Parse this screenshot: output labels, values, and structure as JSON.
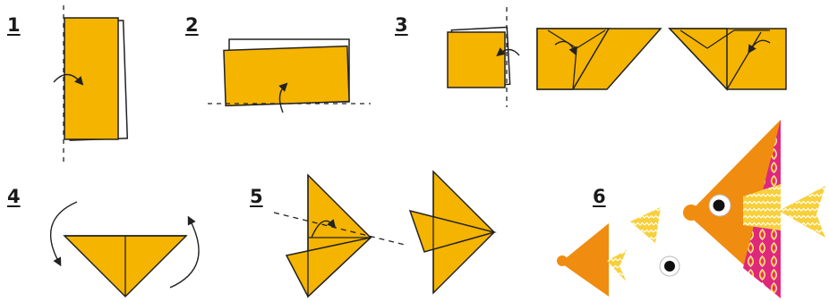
{
  "steps": [
    {
      "number": "1"
    },
    {
      "number": "2"
    },
    {
      "number": "3"
    },
    {
      "number": "4"
    },
    {
      "number": "5"
    },
    {
      "number": "6"
    }
  ],
  "colors": {
    "paper": "#f5b400",
    "paper_dark": "#f08c10",
    "outline": "#222222",
    "pattern_pink": "#e0287a",
    "fin_yellow": "#f7d03c"
  }
}
